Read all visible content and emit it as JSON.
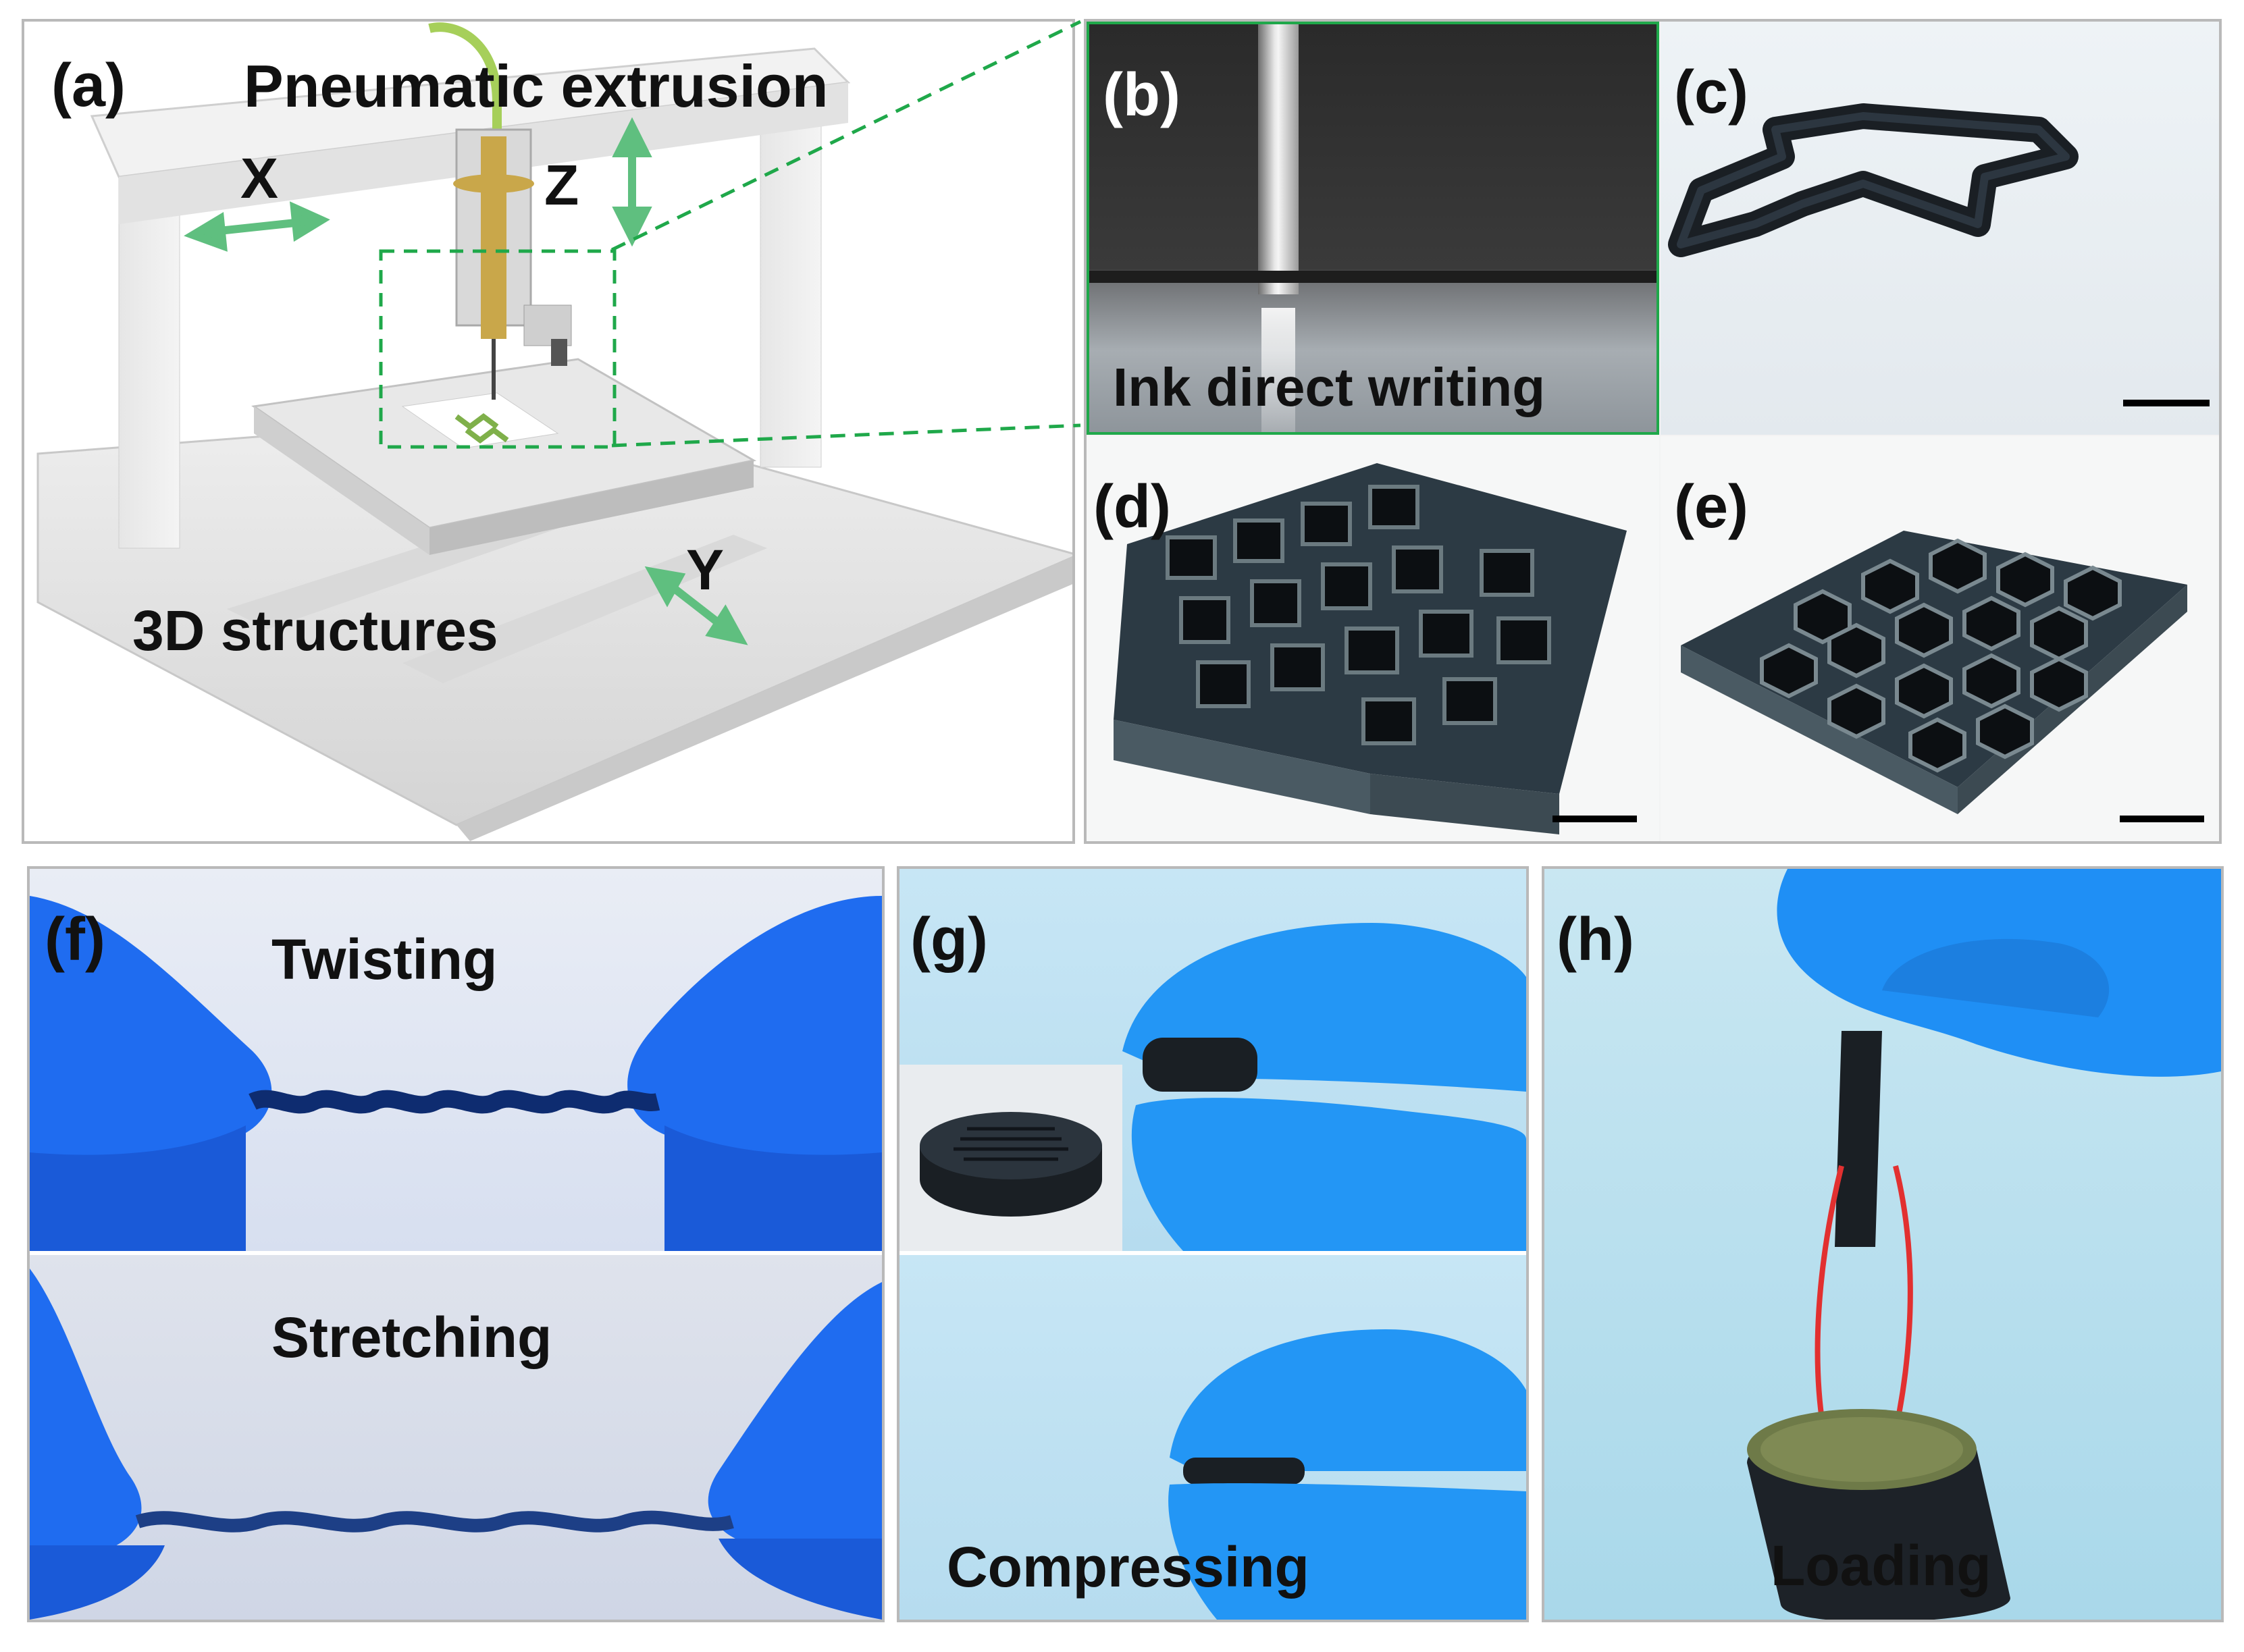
{
  "panels": {
    "a": {
      "label": "(a)",
      "title": "Pneumatic extrusion",
      "axis_x": "X",
      "axis_y": "Y",
      "axis_z": "Z",
      "bottom_caption": "3D structures"
    },
    "b": {
      "label": "(b)",
      "caption": "Ink direct writing"
    },
    "c": {
      "label": "(c)"
    },
    "d": {
      "label": "(d)"
    },
    "e": {
      "label": "(e)"
    },
    "f": {
      "label": "(f)",
      "top_caption": "Twisting",
      "bottom_caption": "Stretching"
    },
    "g": {
      "label": "(g)",
      "caption": "Compressing"
    },
    "h": {
      "label": "(h)",
      "caption": "Loading"
    }
  },
  "colors": {
    "arrow_green": "#5fbf7f",
    "dashed_green": "#1fa84a",
    "glove_blue": "#1f6cf0",
    "printed_black": "#1a1f24"
  }
}
